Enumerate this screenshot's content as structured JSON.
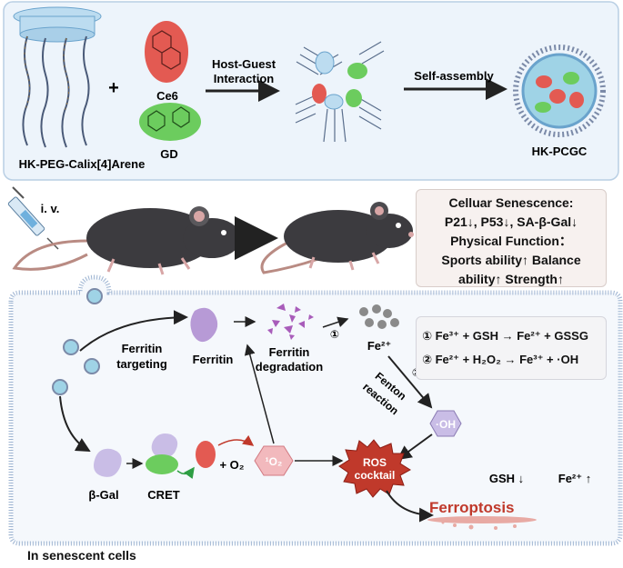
{
  "top_panel": {
    "reagents": {
      "plus": "+",
      "ce6_label": "Ce6",
      "gd_label": "GD",
      "carrier_label": "HK-PEG-Calix[4]Arene"
    },
    "step1_label_line1": "Host-Guest",
    "step1_label_line2": "Interaction",
    "step2_label": "Self-assembly",
    "product_label": "HK-PCGC"
  },
  "middle_panel": {
    "injection_label": "i. v.",
    "summary": {
      "line1": "Celluar Senescence:",
      "line2": "P21↓, P53↓, SA-β-Gal↓",
      "line3": "Physical Function：",
      "line4": "Sports ability↑ Balance",
      "line5": "ability↑ Strength↑"
    }
  },
  "cell_panel": {
    "ferritin_targeting_line1": "Ferritin",
    "ferritin_targeting_line2": "targeting",
    "ferritin_label": "Ferritin",
    "ferritin_degradation_line1": "Ferritin",
    "ferritin_degradation_line2": "degradation",
    "circle_one": "①",
    "circle_two": "②",
    "fe2_label": "Fe²⁺",
    "fenton_line1": "Fenton",
    "fenton_line2": "reaction",
    "oh_label": "·OH",
    "reaction1": "① Fe³⁺ + GSH → Fe²⁺ + GSSG",
    "reaction2": "② Fe²⁺ + H₂O₂ → Fe³⁺ + ·OH",
    "beta_gal_label": "β-Gal",
    "cret_label": "CRET",
    "o2_label": "+ O₂",
    "singlet_o2_label": "¹O₂",
    "ros_line1": "ROS",
    "ros_line2": "cocktail",
    "gsh_label": "GSH ↓",
    "fe_up_label": "Fe²⁺ ↑",
    "ferroptosis_label": "Ferroptosis",
    "caption": "In senescent cells"
  },
  "colors": {
    "panel_bg": "#edf4fb",
    "panel_border": "#b9cfe4",
    "ce6": "#e35a52",
    "gd": "#6ccc5e",
    "ferritin": "#b79ad6",
    "beta_gal": "#c9bde6",
    "hexagon": "#f2b9bd",
    "ros": "#c0392b",
    "mouse": "#3c3b3f"
  }
}
